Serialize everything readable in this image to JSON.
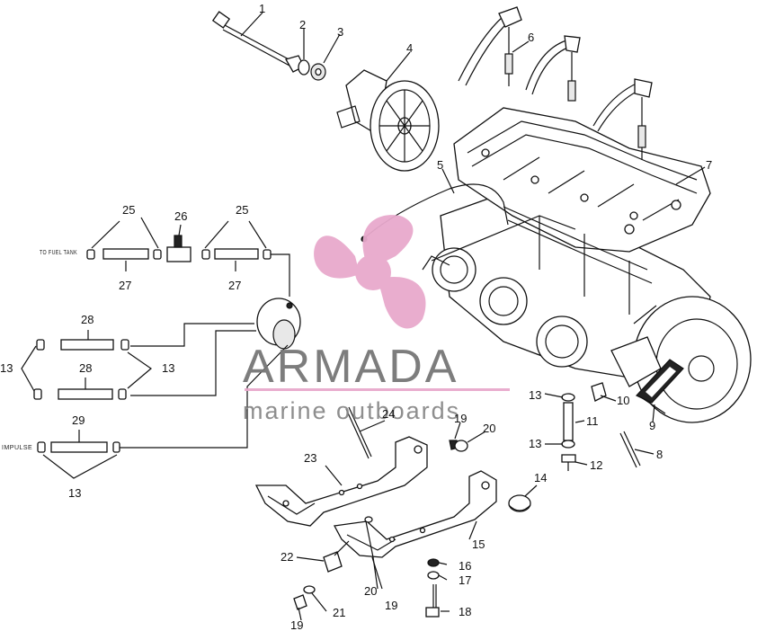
{
  "watermark": {
    "brand": "ARMADA",
    "tagline": "marine outboards",
    "colors": {
      "propeller": "#e8a9cc",
      "brand_text": "#777777",
      "underline": "#e8a9cc"
    }
  },
  "labels": {
    "to_fuel_tank": "TO FUEL TANK",
    "impulse": "IMPULSE"
  },
  "callouts": {
    "c1": "1",
    "c2": "2",
    "c3": "3",
    "c4": "4",
    "c5": "5",
    "c6": "6",
    "c7": "7",
    "c8": "8",
    "c9": "9",
    "c10": "10",
    "c11": "11",
    "c12": "12",
    "c13a": "13",
    "c13b": "13",
    "c13c": "13",
    "c13d": "13",
    "c13e": "13",
    "c14": "14",
    "c15": "15",
    "c16": "16",
    "c17": "17",
    "c18": "18",
    "c19a": "19",
    "c19b": "19",
    "c19c": "19",
    "c20a": "20",
    "c20b": "20",
    "c21": "21",
    "c22": "22",
    "c23": "23",
    "c24": "24",
    "c25a": "25",
    "c25b": "25",
    "c26": "26",
    "c27a": "27",
    "c27b": "27",
    "c28a": "28",
    "c28b": "28",
    "c29": "29"
  }
}
